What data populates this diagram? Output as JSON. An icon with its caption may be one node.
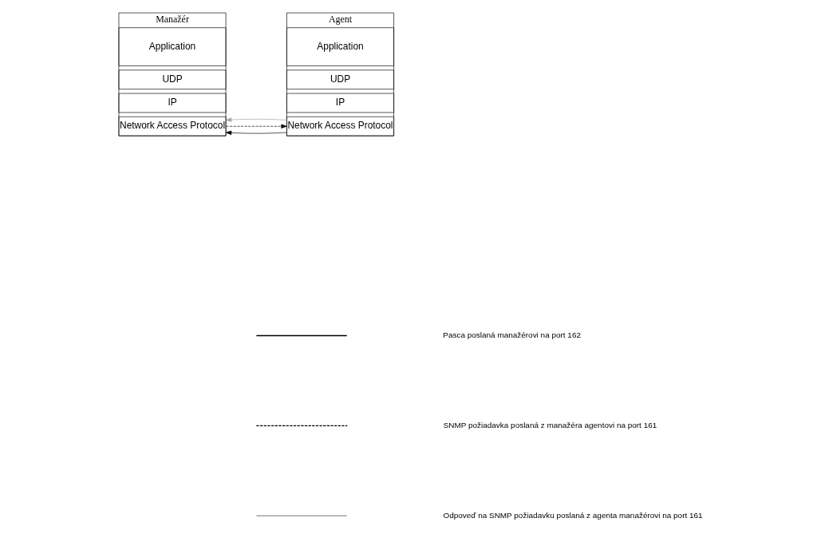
{
  "diagram": {
    "nodes": [
      {
        "text": [
          "Manažér"
        ]
      },
      {
        "text": [
          "Application"
        ],
        "in": 0
      },
      {
        "text": [
          "UDP"
        ],
        "in": 0
      },
      {
        "text": [
          "IP"
        ],
        "in": 0
      },
      {
        "text": [
          "Network Access Protocol"
        ],
        "in": 0
      },
      {
        "text": [
          "Agent"
        ]
      },
      {
        "text": [
          "Application"
        ],
        "in": 5
      },
      {
        "text": [
          "UDP"
        ],
        "in": 5
      },
      {
        "text": [
          "IP"
        ],
        "in": 5
      },
      {
        "text": [
          "Network Access Protocol"
        ],
        "in": 5
      }
    ],
    "edges": [
      {
        "from": 9,
        "to": 4,
        "arrow": "to"
      },
      {
        "from": 4,
        "to": 9,
        "arrow": "to",
        "style": "dashed"
      },
      {
        "from": 9,
        "to": 4,
        "arrow": "to",
        "color": "#a0a0b0"
      }
    ],
    "legend": [
      {
        "text": "Pasca poslaná manažérovi na port 162"
      },
      {
        "text": "SNMP požiadavka poslaná z manažéra agentovi na port 161"
      },
      {
        "text": "Odpoveď na SNMP požiadavku poslaná z agenta manažérovi na port 161"
      }
    ]
  }
}
